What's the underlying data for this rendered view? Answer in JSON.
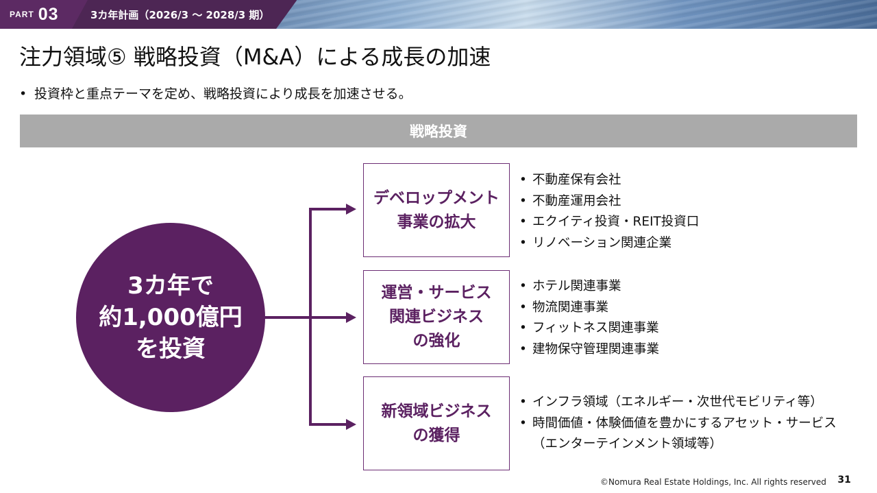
{
  "header": {
    "part_word": "PART",
    "part_number": "03",
    "plan_label": "3カ年計画（2026/3 ～ 2028/3 期）"
  },
  "title": "注力領域⑤ 戦略投資（M&A）による成長の加速",
  "bullet": "投資枠と重点テーマを定め、戦略投資により成長を加速させる。",
  "band_label": "戦略投資",
  "circle": {
    "line1": "3カ年で",
    "line2": "約1,000億円",
    "line3": "を投資"
  },
  "boxes": [
    {
      "lines": [
        "デベロップメント",
        "事業の拡大"
      ],
      "items": [
        "不動産保有会社",
        "不動産運用会社",
        "エクイティ投資・REIT投資口",
        "リノベーション関連企業"
      ]
    },
    {
      "lines": [
        "運営・サービス",
        "関連ビジネス",
        "の強化"
      ],
      "items": [
        "ホテル関連事業",
        "物流関連事業",
        "フィットネス関連事業",
        "建物保守管理関連事業"
      ]
    },
    {
      "lines": [
        "新領域ビジネス",
        "の獲得"
      ],
      "items": [
        "インフラ領域（エネルギー・次世代モビリティ等）",
        "時間価値・体験価値を豊かにするアセット・サービス"
      ],
      "continuation": "（エンターテインメント領域等）"
    }
  ],
  "footer": {
    "copyright": "©Nomura Real Estate Holdings, Inc. All rights reserved",
    "page_number": "31"
  },
  "colors": {
    "accent": "#5b2161",
    "band_gray": "#aaaaaa"
  }
}
